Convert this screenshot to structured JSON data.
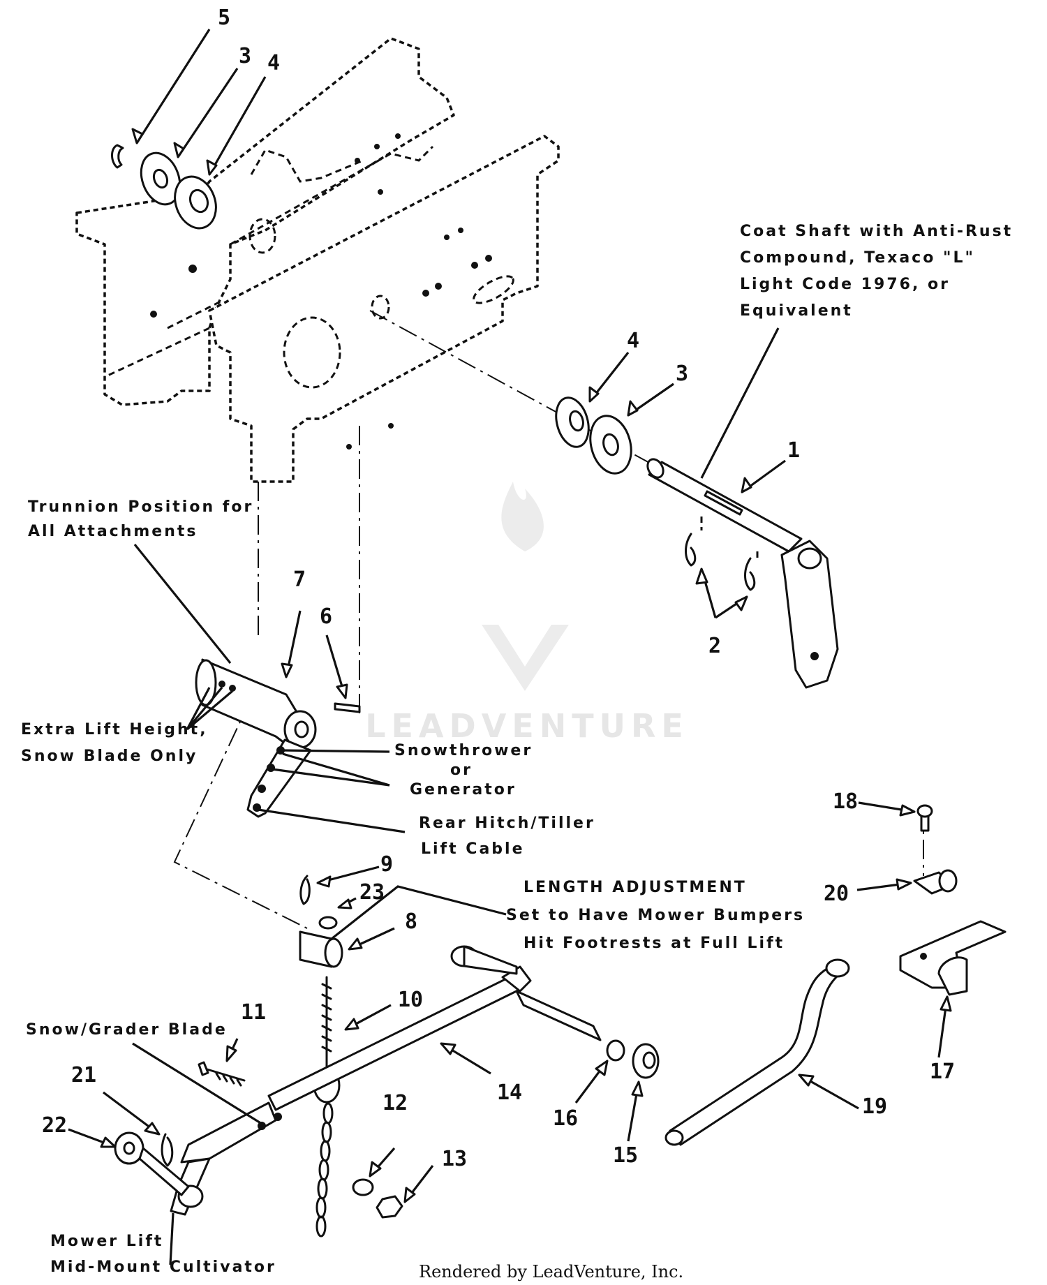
{
  "callouts": {
    "p1": "1",
    "p2": "2",
    "p3a": "3",
    "p3b": "3",
    "p4a": "4",
    "p4b": "4",
    "p5": "5",
    "p6": "6",
    "p7": "7",
    "p8": "8",
    "p9": "9",
    "p10": "10",
    "p11": "11",
    "p12": "12",
    "p13": "13",
    "p14": "14",
    "p15": "15",
    "p16": "16",
    "p17": "17",
    "p18": "18",
    "p19": "19",
    "p20": "20",
    "p21": "21",
    "p22": "22",
    "p23": "23"
  },
  "notes": {
    "coat_shaft": [
      "Coat Shaft with Anti-Rust",
      "Compound, Texaco \"L\"",
      "Light Code 1976, or",
      "Equivalent"
    ],
    "trunnion": [
      "Trunnion Position for",
      "All Attachments"
    ],
    "extra_lift": [
      "Extra Lift Height,",
      "Snow Blade Only"
    ],
    "snowthrower": [
      "Snowthrower",
      "or",
      "Generator"
    ],
    "rear_hitch": [
      "Rear Hitch/Tiller",
      "Lift Cable"
    ],
    "length_adjustment": [
      "LENGTH ADJUSTMENT",
      "Set to Have Mower Bumpers",
      "Hit Footrests at Full Lift"
    ],
    "snow_blade": "Snow/Grader Blade",
    "mower_lift": [
      "Mower Lift",
      "Mid-Mount Cultivator"
    ]
  },
  "watermark": "LEADVENTURE",
  "footer": "Rendered by LeadVenture, Inc."
}
